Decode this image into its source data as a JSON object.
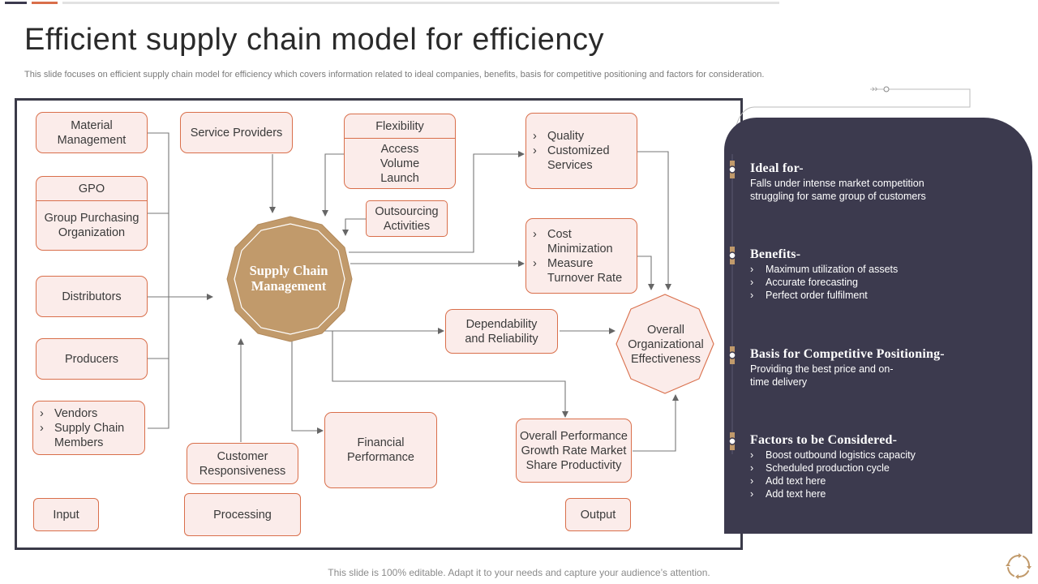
{
  "colors": {
    "accent": "#d96f4b",
    "node_fill": "#fbecea",
    "scm_gold": "#c19a6b",
    "panel": "#3c3a4e",
    "frame": "#3a3a48"
  },
  "title": "Efficient supply chain model for efficiency",
  "subtitle": "This slide focuses on efficient supply chain model for efficiency which covers information related to ideal companies, benefits, basis for competitive positioning and factors for consideration.",
  "diagram": {
    "inputs": {
      "material": "Material Management",
      "gpo_head": "GPO",
      "gpo_body": "Group Purchasing Organization",
      "distributors": "Distributors",
      "producers": "Producers",
      "vendors": [
        "Vendors",
        "Supply Chain Members"
      ]
    },
    "service_providers": "Service Providers",
    "flexibility_head": "Flexibility",
    "flexibility_body": "Access Volume Launch",
    "outsourcing": "Outsourcing Activities",
    "scm": "Supply Chain Management",
    "quality": [
      "Quality",
      "Customized Services"
    ],
    "cost": [
      "Cost Minimization",
      "Measure Turnover Rate"
    ],
    "dependability": "Dependability and Reliability",
    "overall_effectiveness": "Overall Organizational Effectiveness",
    "financial": "Financial Performance",
    "customer": "Customer Responsiveness",
    "overall_performance": "Overall Performance Growth Rate Market Share Productivity",
    "labels": {
      "input": "Input",
      "processing": "Processing",
      "output": "Output"
    }
  },
  "panel": {
    "ideal": {
      "title": "Ideal for-",
      "text": "Falls under intense market competition struggling for same group of customers"
    },
    "benefits": {
      "title": "Benefits-",
      "items": [
        "Maximum utilization of assets",
        "Accurate forecasting",
        "Perfect order fulfilment"
      ]
    },
    "basis": {
      "title": "Basis for Competitive Positioning-",
      "text": "Providing the best price and on-time delivery"
    },
    "factors": {
      "title": "Factors to be Considered-",
      "items": [
        "Boost outbound logistics capacity",
        "Scheduled production cycle",
        "Add text here",
        "Add text here"
      ]
    }
  },
  "footer": "This slide is 100% editable. Adapt it to your needs and capture your audience’s attention."
}
